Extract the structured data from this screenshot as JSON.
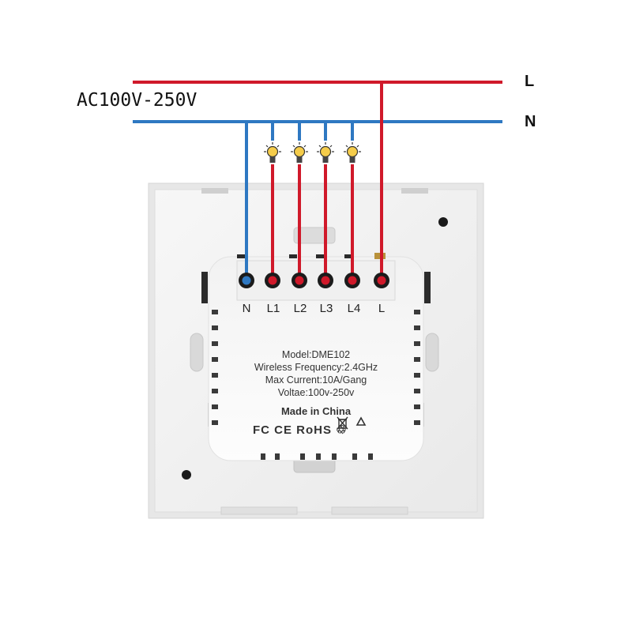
{
  "supply": {
    "voltage_label": "AC100V-250V",
    "live_label": "L",
    "neutral_label": "N"
  },
  "terminals": [
    "N",
    "L1",
    "L2",
    "L3",
    "L4",
    "L"
  ],
  "specs": {
    "model": "Model:DME102",
    "frequency": "Wireless Frequency:2.4GHz",
    "current": "Max Current:10A/Gang",
    "voltage": "Voltae:100v-250v",
    "origin": "Made in China",
    "certifications": "FC CE RoHS ♲"
  },
  "colors": {
    "live_wire": "#d0192a",
    "neutral_wire": "#2e78c2",
    "panel": "#f4f4f4",
    "label_area": "#fafafa",
    "bulb": "#f5cc4a"
  },
  "icons": [
    "light-bulb-icon",
    "weee-bin-icon",
    "recycle-icon"
  ]
}
